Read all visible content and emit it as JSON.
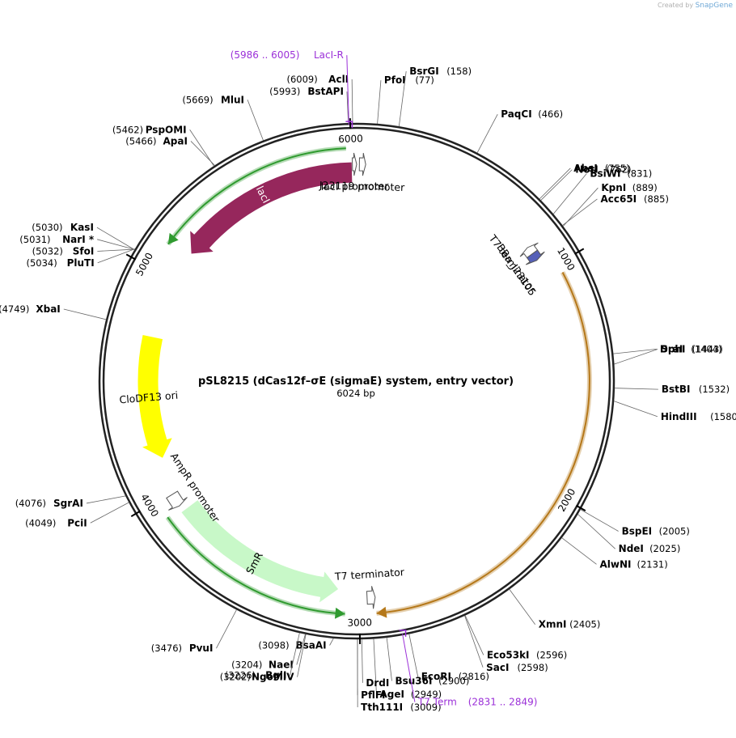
{
  "credit": {
    "prefix": "Created by",
    "brand": "SnapGene"
  },
  "plasmid": {
    "name": "pSL8215 (dCas12f–σE (sigmaE) system, entry vector)",
    "length_label": "6024 bp",
    "length": 6024
  },
  "ticks": [
    {
      "label": "1000",
      "pos": 1000
    },
    {
      "label": "2000",
      "pos": 2000
    },
    {
      "label": "3000",
      "pos": 3000
    },
    {
      "label": "4000",
      "pos": 4000
    },
    {
      "label": "5000",
      "pos": 5000
    },
    {
      "label": "6000",
      "pos": 6000
    }
  ],
  "features": [
    {
      "label": "lacI",
      "start": 5150,
      "end": 6000,
      "dir": -1,
      "color": "#96275c",
      "text_color": "#ffffff"
    },
    {
      "label": "CloDF13 ori",
      "start": 4160,
      "end": 4720,
      "dir": -1,
      "color": "#ffff00",
      "text_color": "#000000"
    },
    {
      "label": "SmR",
      "start": 3100,
      "end": 3900,
      "dir": -1,
      "color": "#c8f8c8",
      "text_color": "#000000"
    },
    {
      "label": "lacI promoter",
      "start": 6005,
      "end": 6024,
      "dir": 1,
      "color": "#ffffff",
      "text_color": "#000000"
    },
    {
      "label": "J23119 promoter",
      "start": 12,
      "end": 40,
      "dir": 1,
      "color": "#ffffff",
      "text_color": "#000000"
    },
    {
      "label": "T7 terminator",
      "start": 870,
      "end": 905,
      "dir": -1,
      "color": "#ffffff",
      "text_color": "#000000"
    },
    {
      "label": "BBa_J23105",
      "start": 905,
      "end": 940,
      "dir": 1,
      "color": "#5560b8",
      "text_color": "#000000"
    },
    {
      "label": "AmpR promoter",
      "start": 3930,
      "end": 3990,
      "dir": -1,
      "color": "#ffffff",
      "text_color": "#000000"
    },
    {
      "label": "T7 terminator",
      "start": 2930,
      "end": 2966,
      "dir": -1,
      "color": "#ffffff",
      "text_color": "#000000"
    }
  ],
  "orfs": [
    {
      "start": 3060,
      "end": 3920,
      "dir": -1,
      "color": "#2f9a2f"
    },
    {
      "start": 5120,
      "end": 5980,
      "dir": -1,
      "color": "#2f9a2f"
    },
    {
      "start": 1040,
      "end": 2930,
      "dir": 1,
      "color": "#b5781a"
    }
  ],
  "sites": [
    {
      "name": "AclI",
      "pos": "(6009)",
      "bp": 6009
    },
    {
      "name": "PfoI",
      "pos": "(77)",
      "bp": 77
    },
    {
      "name": "BsrGI",
      "pos": "(158)",
      "bp": 158
    },
    {
      "name": "PaqCI",
      "pos": "(466)",
      "bp": 466
    },
    {
      "name": "AbsI",
      "pos": "(755)",
      "bp": 755
    },
    {
      "name": "NotI",
      "pos": "(762)",
      "bp": 762
    },
    {
      "name": "BsiWI",
      "pos": "(831)",
      "bp": 831
    },
    {
      "name": "Acc65I",
      "pos": "(885)",
      "bp": 885
    },
    {
      "name": "KpnI",
      "pos": "(889)",
      "bp": 889
    },
    {
      "name": "DraI",
      "pos": "(1404)",
      "bp": 1404
    },
    {
      "name": "SphI",
      "pos": "(1443)",
      "bp": 1443
    },
    {
      "name": "BstBI",
      "pos": "(1532)",
      "bp": 1532
    },
    {
      "name": "HindIII",
      "pos": "(1580)",
      "bp": 1580
    },
    {
      "name": "BspEI",
      "pos": "(2005)",
      "bp": 2005
    },
    {
      "name": "NdeI",
      "pos": "(2025)",
      "bp": 2025
    },
    {
      "name": "AlwNI",
      "pos": "(2131)",
      "bp": 2131
    },
    {
      "name": "XmnI",
      "pos": "(2405)",
      "bp": 2405
    },
    {
      "name": "Eco53kI",
      "pos": "(2596)",
      "bp": 2596
    },
    {
      "name": "SacI",
      "pos": "(2598)",
      "bp": 2598
    },
    {
      "name": "EcoRI",
      "pos": "(2816)",
      "bp": 2816
    },
    {
      "name": "Bsu36I",
      "pos": "(2900)",
      "bp": 2900
    },
    {
      "name": "AgeI",
      "pos": "(2949)",
      "bp": 2949
    },
    {
      "name": "DrdI",
      "pos": "",
      "bp": 2993
    },
    {
      "name": "PflFI",
      "pos": "",
      "bp": 3009
    },
    {
      "name": "Tth111I",
      "pos": "(3009)",
      "bp": 3009
    },
    {
      "name": "BsaAI",
      "pos": "(3098)",
      "bp": 3098
    },
    {
      "name": "NgoMIV",
      "pos": "(3202)",
      "bp": 3202
    },
    {
      "name": "NaeI",
      "pos": "(3204)",
      "bp": 3204
    },
    {
      "name": "BglI",
      "pos": "(3226)",
      "bp": 3226
    },
    {
      "name": "PvuI",
      "pos": "(3476)",
      "bp": 3476
    },
    {
      "name": "PciI",
      "pos": "(4049)",
      "bp": 4049
    },
    {
      "name": "SgrAI",
      "pos": "(4076)",
      "bp": 4076
    },
    {
      "name": "XbaI",
      "pos": "(4749)",
      "bp": 4749
    },
    {
      "name": "KasI",
      "pos": "(5030)",
      "bp": 5030
    },
    {
      "name": "NarI *",
      "pos": "(5031)",
      "bp": 5031
    },
    {
      "name": "SfoI",
      "pos": "(5032)",
      "bp": 5032
    },
    {
      "name": "PluTI",
      "pos": "(5034)",
      "bp": 5034
    },
    {
      "name": "PspOMI",
      "pos": "(5462)",
      "bp": 5462
    },
    {
      "name": "ApaI",
      "pos": "(5466)",
      "bp": 5466
    },
    {
      "name": "MluI",
      "pos": "(5669)",
      "bp": 5669
    },
    {
      "name": "BstAPI",
      "pos": "(5993)",
      "bp": 5993
    }
  ],
  "primers": [
    {
      "name": "LacI-R",
      "range": "(5986 .. 6005)",
      "bp": 5995
    },
    {
      "name": "T7 Term",
      "range": "(2831 .. 2849)",
      "bp": 2840
    }
  ]
}
